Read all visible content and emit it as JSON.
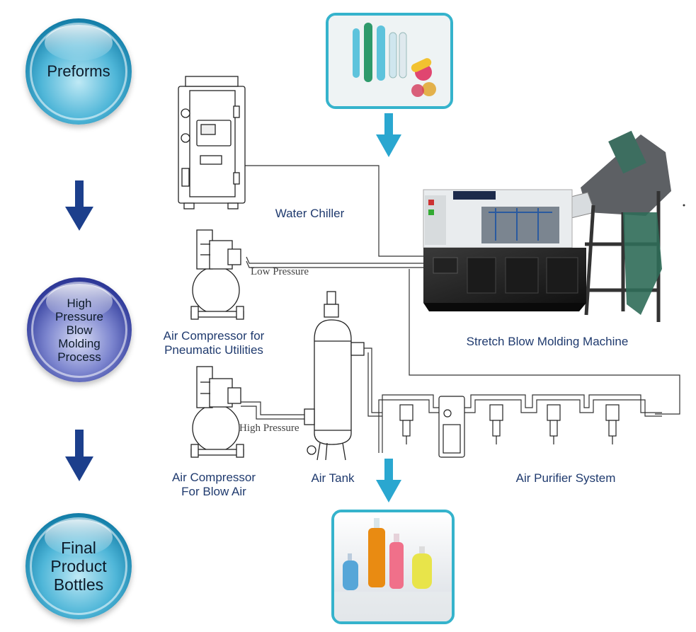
{
  "stages": [
    {
      "label": "Preforms"
    },
    {
      "label": "High Pressure Blow Molding Process"
    },
    {
      "label": "Final Product Bottles"
    }
  ],
  "equipment": {
    "water_chiller": "Water Chiller",
    "compressor_pneumatic": "Air Compressor for Pneumatic Utilities",
    "compressor_blow": "Air Compressor For Blow Air",
    "air_tank": "Air Tank",
    "stretch_machine": "Stretch Blow Molding Machine",
    "air_purifier": "Air Purifier System"
  },
  "pipes": {
    "low_pressure": "Low Pressure",
    "high_pressure": "High Pressure"
  },
  "colors": {
    "accent_arrow": "#2aa7d0",
    "stage_arrow": "#1c3f8c",
    "label_text": "#1f3a6e",
    "frame": "#35b3cc"
  },
  "icons": [
    "preform-tubes-photo",
    "bottles-photo",
    "chiller-drawing",
    "compressor-drawing",
    "air-tank-drawing",
    "purifier-drawing",
    "machine-photo"
  ]
}
